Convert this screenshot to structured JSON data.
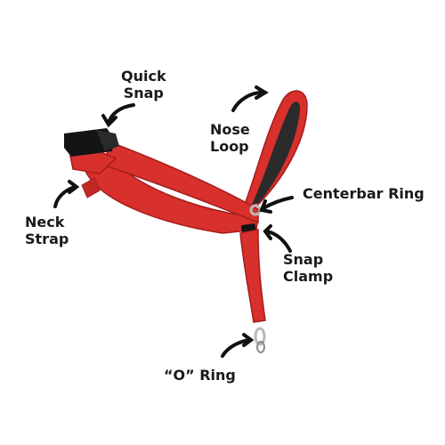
{
  "labels": {
    "quick_snap": [
      "Quick",
      "Snap"
    ],
    "nose_loop": [
      "Nose",
      "Loop"
    ],
    "centerbar_ring": "Centerbar Ring",
    "neck_strap": [
      "Neck",
      "Strap"
    ],
    "snap_clamp": [
      "Snap",
      "Clamp"
    ],
    "o_ring": "“O” Ring"
  },
  "colors": {
    "strap": "#d8302c",
    "strap_dark": "#a51d1c",
    "padding": "#2b2b2b",
    "buckle": "#141414",
    "ring": "#b9b9b9",
    "arrow": "#111111"
  }
}
